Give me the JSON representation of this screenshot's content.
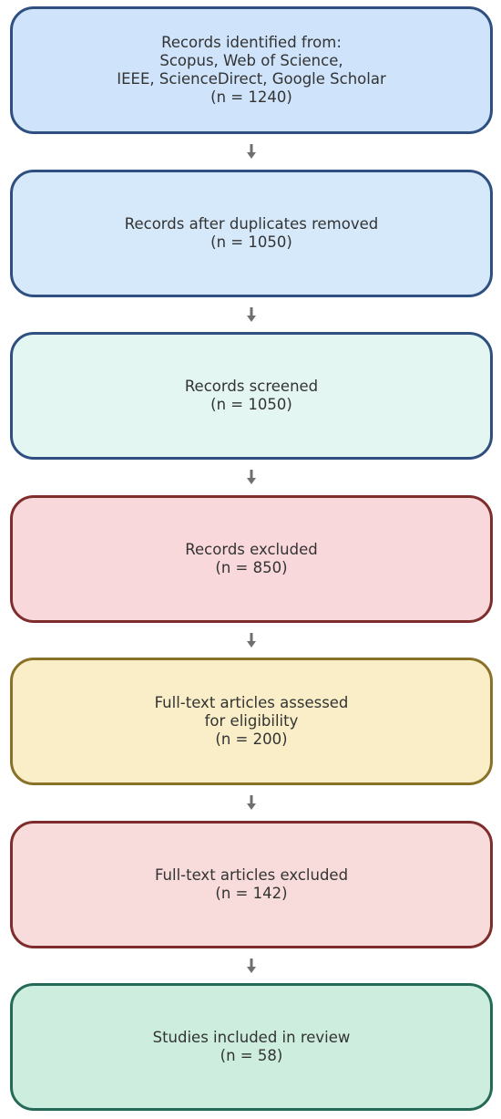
{
  "boxes": [
    {
      "lines": [
        "Records identified from:",
        "Scopus, Web of Science,",
        "IEEE, ScienceDirect, Google Scholar",
        "(n = 1240)"
      ],
      "fill": "#cfe4fb",
      "stroke": "#2f4f80"
    },
    {
      "lines": [
        "Records after duplicates removed",
        "(n = 1050)"
      ],
      "fill": "#d6e9fb",
      "stroke": "#2f4f80"
    },
    {
      "lines": [
        "Records screened",
        "(n = 1050)"
      ],
      "fill": "#e3f6f1",
      "stroke": "#2f4f80"
    },
    {
      "lines": [
        "Records excluded",
        "(n = 850)"
      ],
      "fill": "#f9d8dc",
      "stroke": "#7f2c2c"
    },
    {
      "lines": [
        "Full-text articles assessed",
        "for eligibility",
        "(n = 200)"
      ],
      "fill": "#f9eec8",
      "stroke": "#8a7128"
    },
    {
      "lines": [
        "Full-text articles excluded",
        "(n = 142)"
      ],
      "fill": "#f8dcdb",
      "stroke": "#7f2c2c"
    },
    {
      "lines": [
        "Studies included in review",
        "(n = 58)"
      ],
      "fill": "#cdeedf",
      "stroke": "#246b57"
    }
  ],
  "arrow_color": "#6f6f6f"
}
